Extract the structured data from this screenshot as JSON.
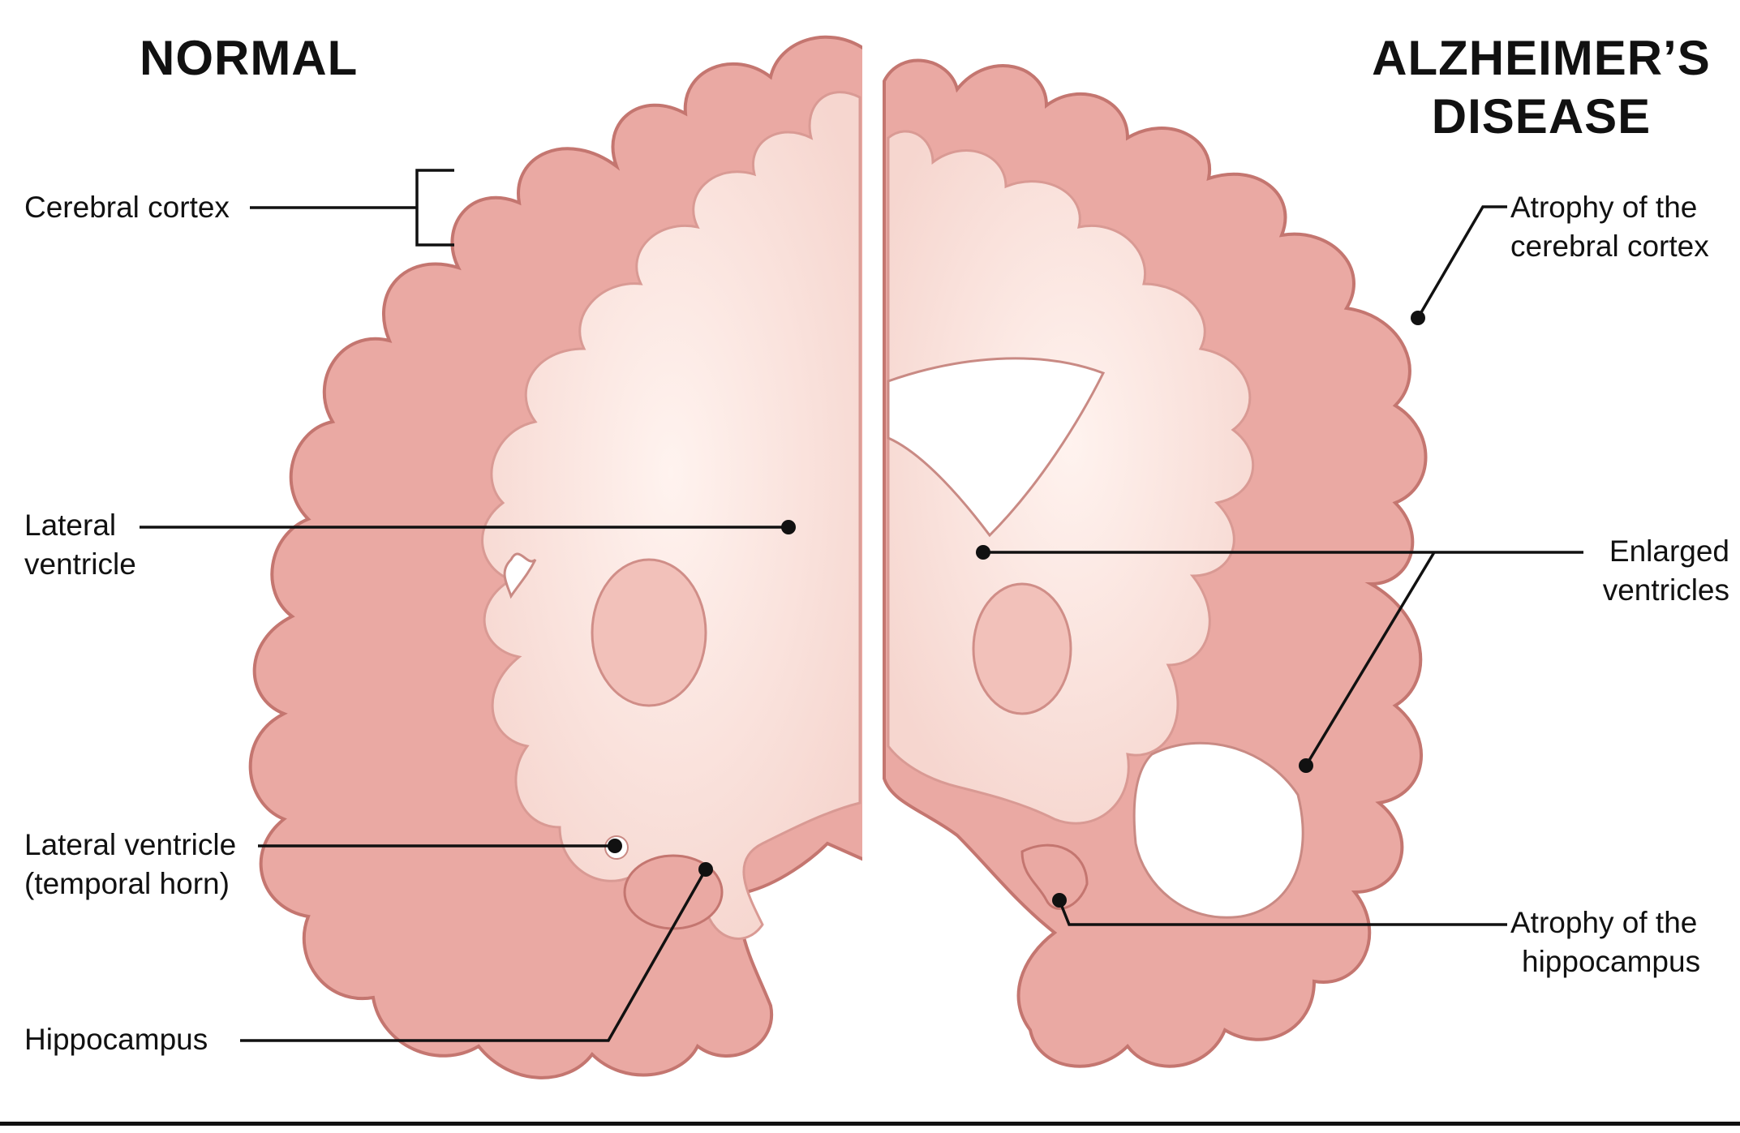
{
  "titles": {
    "normal": "NORMAL",
    "alzheimers_line1": "ALZHEIMER’S",
    "alzheimers_line2": "DISEASE"
  },
  "labels": {
    "cerebral_cortex": "Cerebral cortex",
    "lateral_ventricle_line1": "Lateral",
    "lateral_ventricle_line2": "ventricle",
    "temporal_horn_line1": "Lateral ventricle",
    "temporal_horn_line2": "(temporal horn)",
    "hippocampus": "Hippocampus",
    "atrophy_cortex_line1": "Atrophy of the",
    "atrophy_cortex_line2": "cerebral cortex",
    "enlarged_line1": "Enlarged",
    "enlarged_line2": "ventricles",
    "atrophy_hippo_line1": "Atrophy of the",
    "atrophy_hippo_line2": "hippocampus"
  },
  "colors": {
    "tissue_outer": "#e8a5a0",
    "tissue_edge": "#c97a75",
    "white_matter": "#fbe2dc",
    "background": "#ffffff",
    "leader": "#111111"
  }
}
